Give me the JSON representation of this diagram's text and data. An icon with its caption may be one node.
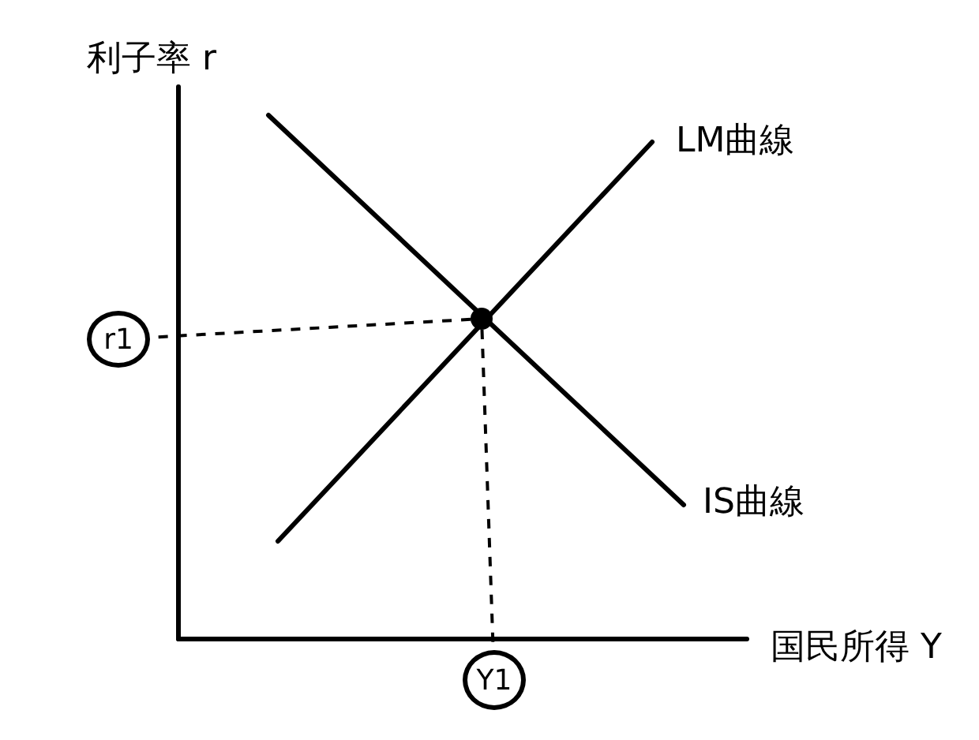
{
  "diagram": {
    "nodes": [
      {
        "text": [
          "r1"
        ]
      },
      {
        "text": [
          "Y1"
        ]
      },
      {
        "text": [],
        "shape": "circle"
      }
    ],
    "edges": [
      {
        "from": 2,
        "to": 0,
        "arrow": "none",
        "style": "dashed"
      },
      {
        "from": 2,
        "to": 1,
        "arrow": "none",
        "style": "dashed"
      }
    ],
    "labels": [
      "利子率 r",
      "LM曲線",
      "IS曲線",
      "国民所得 Y"
    ]
  }
}
